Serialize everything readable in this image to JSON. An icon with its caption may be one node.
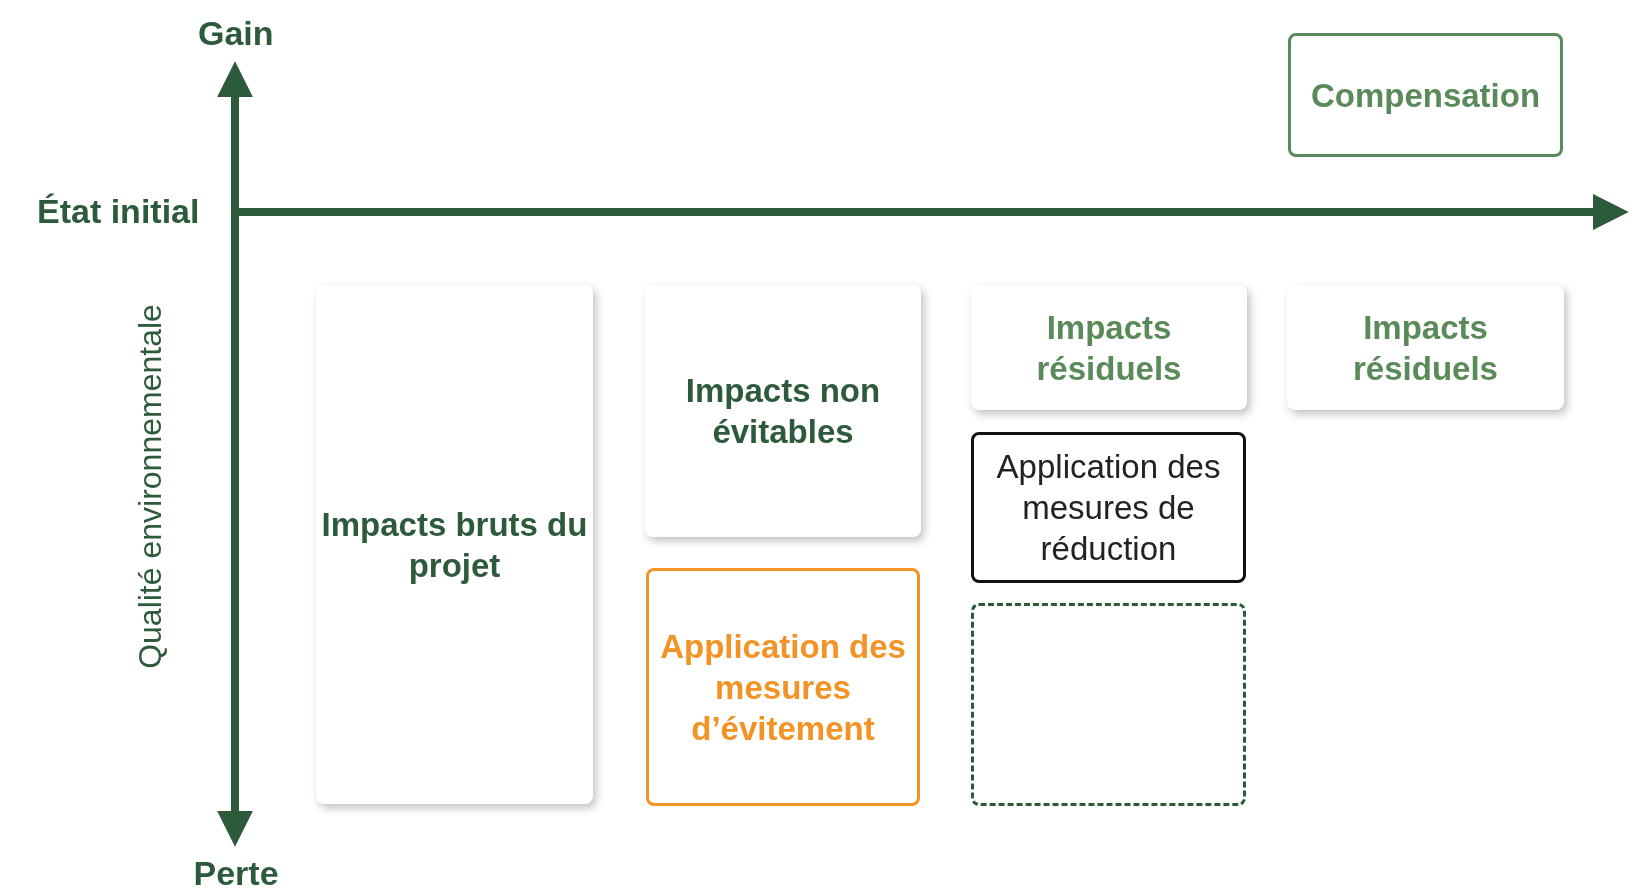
{
  "diagram": {
    "nodes": [
      {
        "text": [
          "Compensation"
        ]
      },
      {
        "text": [
          "Impacts bruts du projet"
        ]
      },
      {
        "text": [
          "Impacts non évitables"
        ]
      },
      {
        "text": [
          "Application des mesures d’évitement"
        ]
      },
      {
        "text": [
          "Impacts résiduels"
        ]
      },
      {
        "text": [
          "Application des mesures de réduction"
        ]
      },
      {
        "text": [],
        "shape": "box"
      },
      {
        "text": [
          "Impacts résiduels"
        ]
      }
    ],
    "labels": [
      "Gain",
      "État initial",
      "Qualité environnementale",
      "Perte"
    ]
  }
}
